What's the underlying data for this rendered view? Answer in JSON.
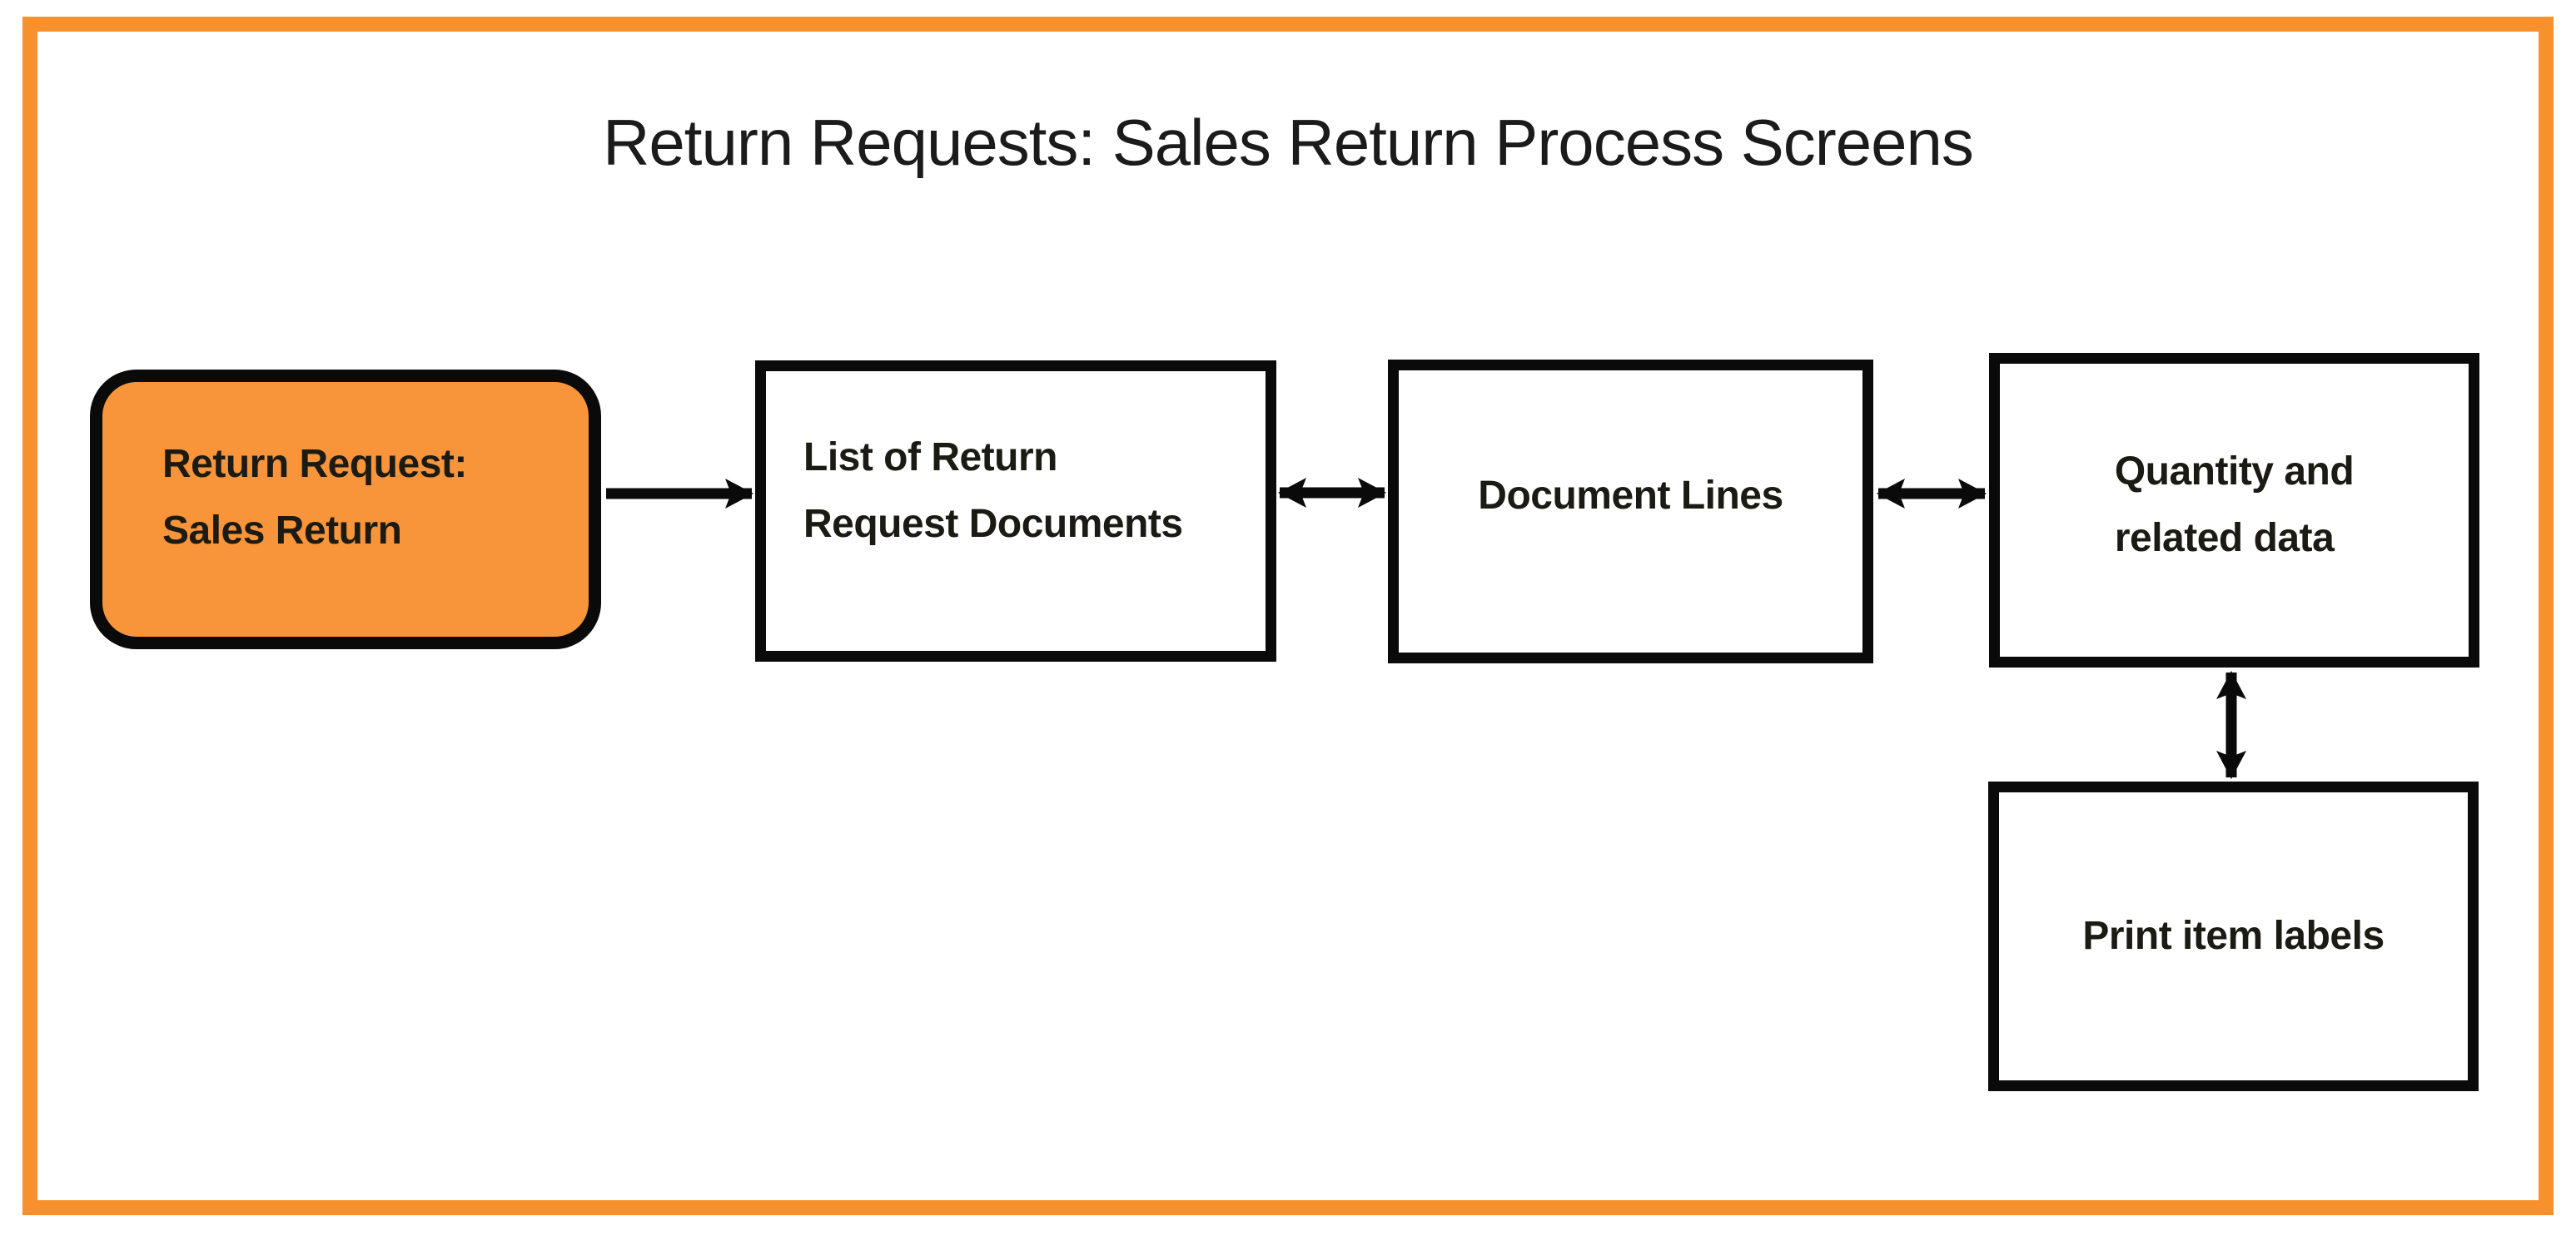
{
  "diagram": {
    "title": "Return Requests: Sales Return Process Screens",
    "nodes": {
      "start": {
        "line1": "Return Request:",
        "line2": "Sales Return",
        "shape": "rounded-rect",
        "fill": "#F8943A"
      },
      "list": {
        "line1": "List of Return",
        "line2": "Request Documents",
        "shape": "rect",
        "fill": "#FFFFFF"
      },
      "document_lines": {
        "label": "Document Lines",
        "shape": "rect",
        "fill": "#FFFFFF"
      },
      "quantity": {
        "line1": "Quantity and",
        "line2": "related data",
        "shape": "rect",
        "fill": "#FFFFFF"
      },
      "print_labels": {
        "label": "Print item labels",
        "shape": "rect",
        "fill": "#FFFFFF"
      }
    },
    "connections": [
      {
        "from": "Return Request: Sales Return",
        "to": "List of Return Request Documents",
        "arrow": "single",
        "orientation": "horizontal",
        "icon": "arrow-right-icon"
      },
      {
        "from": "List of Return Request Documents",
        "to": "Document Lines",
        "arrow": "double",
        "orientation": "horizontal",
        "icon": "double-arrow-horizontal-icon"
      },
      {
        "from": "Document Lines",
        "to": "Quantity and related data",
        "arrow": "double",
        "orientation": "horizontal",
        "icon": "double-arrow-horizontal-icon"
      },
      {
        "from": "Quantity and related data",
        "to": "Print item labels",
        "arrow": "double",
        "orientation": "vertical",
        "icon": "double-arrow-vertical-icon"
      }
    ],
    "colors": {
      "frame_border": "#F8912D",
      "start_node_fill": "#F8943A",
      "node_border": "#0A0A0A",
      "arrow": "#0A0A0A",
      "text": "#1B1B14",
      "background": "#FFFFFF"
    }
  }
}
